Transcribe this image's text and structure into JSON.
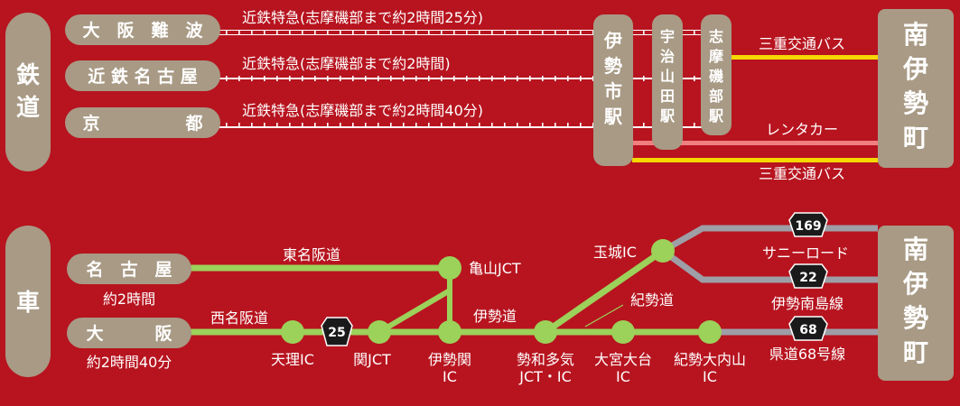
{
  "rail": {
    "mode_label": "鉄道",
    "origins": [
      {
        "label": "大　阪　難　波",
        "route": "近鉄特急(志摩磯部まで約2時間25分)"
      },
      {
        "label": "近 鉄 名 古 屋",
        "route": "近鉄特急(志摩磯部まで約2時間)"
      },
      {
        "label": "京　　　　　都",
        "route": "近鉄特急(志摩磯部まで約2時間40分)"
      }
    ],
    "stations": [
      "伊勢市駅",
      "宇治山田駅",
      "志摩磯部駅"
    ],
    "connections": [
      {
        "label": "三重交通バス",
        "color": "#f5d800"
      },
      {
        "label": "レンタカー",
        "color": "#f08080"
      },
      {
        "label": "三重交通バス",
        "color": "#f5d800"
      }
    ],
    "destination": "南伊勢町"
  },
  "car": {
    "mode_label": "車",
    "origins": [
      {
        "label": "名　古　屋",
        "time": "約2時間"
      },
      {
        "label": "大　　　阪",
        "time": "約2時間40分"
      }
    ],
    "roads": {
      "tomei_hanshin": "東名阪道",
      "meihan": "西名阪道",
      "ise": "伊勢道",
      "kisei": "紀勢道",
      "sunny_road": "サニーロード",
      "ise_minamishima": "伊勢南島線",
      "pref68": "県道68号線"
    },
    "route_badges": {
      "r25": "25",
      "r169": "169",
      "r22": "22",
      "r68": "68"
    },
    "nodes": {
      "tenri": "天理IC",
      "seki_jct": "関JCT",
      "kameyama": "亀山JCT",
      "iseseki_1": "伊勢関",
      "iseseki_2": "IC",
      "seiwa_1": "勢和多気",
      "seiwa_2": "JCT・IC",
      "omiya_1": "大宮大台",
      "omiya_2": "IC",
      "kisei_1": "紀勢大内山",
      "kisei_2": "IC",
      "tamaki": "玉城IC"
    },
    "destination": "南伊勢町"
  },
  "colors": {
    "background": "#b7141f",
    "box": "#a89a85",
    "highway": "#9cd15a",
    "local_road": "#9e9ea6",
    "bus": "#f5d800",
    "rental": "#f08080",
    "rail_line": "#ffffff"
  }
}
